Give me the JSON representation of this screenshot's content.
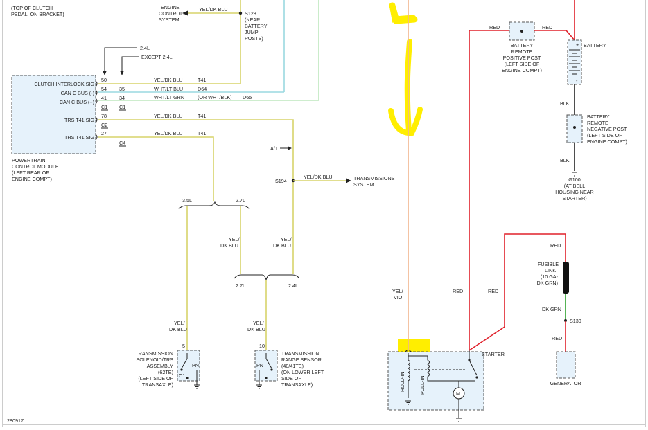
{
  "colors": {
    "yel_dk_blu": "#d7d46a",
    "red": "#e0202a",
    "blk": "#222222",
    "dk_grn": "#2aa02a",
    "yel_vio": "#f2b48c",
    "can_minus": "#9ad8e0",
    "can_plus": "#bde7bd",
    "highlight": "#ffee00",
    "module_fill": "#e6f2fb"
  },
  "top_left": {
    "line1": "(TOP OF CLUTCH",
    "line2": "PEDAL, ON BRACKET)"
  },
  "engine_controls": {
    "line1": "ENGINE",
    "line2": "CONTROLS",
    "line3": "SYSTEM",
    "wire": "YEL/DK BLU"
  },
  "s128": {
    "id": "S128",
    "line1": "(NEAR",
    "line2": "BATTERY",
    "line3": "JUMP",
    "line4": "POSTS)"
  },
  "variants": {
    "v24": "2.4L",
    "except": "EXCEPT 2.4L"
  },
  "pcm": {
    "line1": "POWERTRAIN",
    "line2": "CONTROL MODULE",
    "line3": "(LEFT REAR OF",
    "line4": "ENGINE COMPT)",
    "pins": [
      {
        "label": "CLUTCH INTERLOCK SIG",
        "pin": "50",
        "wire_pin": "",
        "color_label": "YEL/DK BLU",
        "circuit": "T41",
        "connector": ""
      },
      {
        "label": "CAN C BUS (-)",
        "pin": "54",
        "wire_pin": "35",
        "color_label": "WHT/LT BLU",
        "circuit": "D64",
        "connector": ""
      },
      {
        "label": "CAN C BUS (+)",
        "pin": "41",
        "wire_pin": "34",
        "color_label": "WHT/LT GRN",
        "circuit": "D65",
        "connector": "C1"
      },
      {
        "label": "TRS T41 SIG",
        "pin": "78",
        "wire_pin": "",
        "color_label": "YEL/DK BLU",
        "circuit": "T41",
        "connector": "C2"
      },
      {
        "label": "TRS T41 SIG",
        "pin": "27",
        "wire_pin": "",
        "color_label": "YEL/DK BLU",
        "circuit": "T41",
        "connector": "C4"
      }
    ],
    "c1_right": "C1",
    "alt_label": "(OR WHT/BLK)"
  },
  "at_label": "A/T",
  "s194": {
    "id": "S194",
    "wire": "YEL/DK BLU",
    "dest": "TRANSMISSIONS",
    "dest2": "SYSTEM"
  },
  "branch_upper": {
    "left": "3.5L",
    "right": "2.7L"
  },
  "branch_lower": {
    "left": "2.7L",
    "right": "2.4L"
  },
  "mid_wire_a": {
    "l1": "YEL/",
    "l2": "DK BLU"
  },
  "mid_wire_b": {
    "l1": "YEL/",
    "l2": "DK BLU"
  },
  "low_wire_a": {
    "l1": "YEL/",
    "l2": "DK BLU"
  },
  "low_wire_b": {
    "l1": "YEL/",
    "l2": "DK BLU"
  },
  "solenoid": {
    "pin": "5",
    "sw": "PN",
    "conn": "C1",
    "lines": [
      "TRANSMISSION",
      "SOLENOID/TRS",
      "ASSEMBLY",
      "(62TE)",
      "(LEFT SIDE OF",
      "TRANSAXLE)"
    ]
  },
  "range_sensor": {
    "pin": "10",
    "sw": "PN",
    "lines": [
      "TRANSMISSION",
      "RANGE SENSOR",
      "(40/41TE)",
      "(ON LOWER LEFT",
      "SIDE OF",
      "TRANSAXLE)"
    ]
  },
  "yel_vio": {
    "l1": "YEL/",
    "l2": "VIO"
  },
  "starter": {
    "label": "STARTER",
    "hold": "HOLD-IN",
    "pull": "PULL-IN",
    "motor": "M"
  },
  "wires": {
    "red_left": "RED",
    "red_right": "RED"
  },
  "battery": {
    "label": "BATTERY",
    "red_left": "RED",
    "red_right": "RED",
    "pos_post": [
      "BATTERY",
      "REMOTE",
      "POSITIVE POST",
      "(LEFT SIDE OF",
      "ENGINE COMPT)"
    ],
    "plus": "+",
    "minus": "-",
    "blk1": "BLK",
    "neg_post": [
      "BATTERY",
      "REMOTE",
      "NEGATIVE POST",
      "(LEFT SIDE OF",
      "ENGINE COMPT)"
    ],
    "blk2": "BLK",
    "ground": [
      "G100",
      "(AT BELL",
      "HOUSING NEAR",
      "STARTER)"
    ]
  },
  "generator": {
    "red_top": "RED",
    "fusible": [
      "FUSIBLE",
      "LINK",
      "(10 GA-",
      "DK GRN)"
    ],
    "dk_grn": "DK GRN",
    "s130": "S130",
    "red_bottom": "RED",
    "label": "GENERATOR"
  },
  "footer_id": "280917"
}
